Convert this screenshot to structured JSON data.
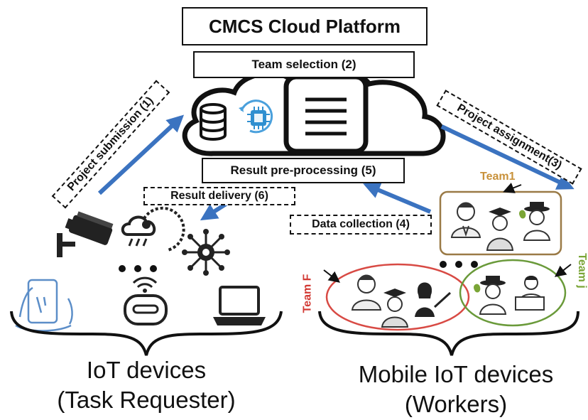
{
  "platform": {
    "title": "CMCS Cloud Platform",
    "team_selection": "Team selection (2)",
    "result_preprocessing": "Result pre-processing (5)"
  },
  "flows": {
    "project_submission": "Project submission (1)",
    "project_assignment": "Project assignment(3)",
    "result_delivery": "Result delivery (6)",
    "data_collection": "Data collection (4)"
  },
  "teams": {
    "team1": "Team1",
    "team_f": "Team F",
    "team_j": "Team j"
  },
  "groups": {
    "iot_line1": "IoT devices",
    "iot_line2": "(Task Requester)",
    "mobile_line1": "Mobile IoT devices",
    "mobile_line2": "(Workers)"
  },
  "colors": {
    "arrow": "#3b73c0",
    "team1": "#c8913a",
    "team_f": "#d23a34",
    "team_j": "#7aa536",
    "team1_box": "#9a7a46",
    "team_f_ellipse": "#d84a44",
    "team_j_ellipse": "#6a9a3a"
  },
  "icons": [
    "database-icon",
    "processor-sync-icon",
    "server-icon",
    "cctv-camera-icon",
    "weather-sensor-icon",
    "network-hub-icon",
    "smartphone-hand-icon",
    "wifi-router-icon",
    "laptop-icon",
    "doctor-icon",
    "graduate-icon",
    "farmer-icon",
    "teacher-icon",
    "laptop-worker-icon"
  ]
}
